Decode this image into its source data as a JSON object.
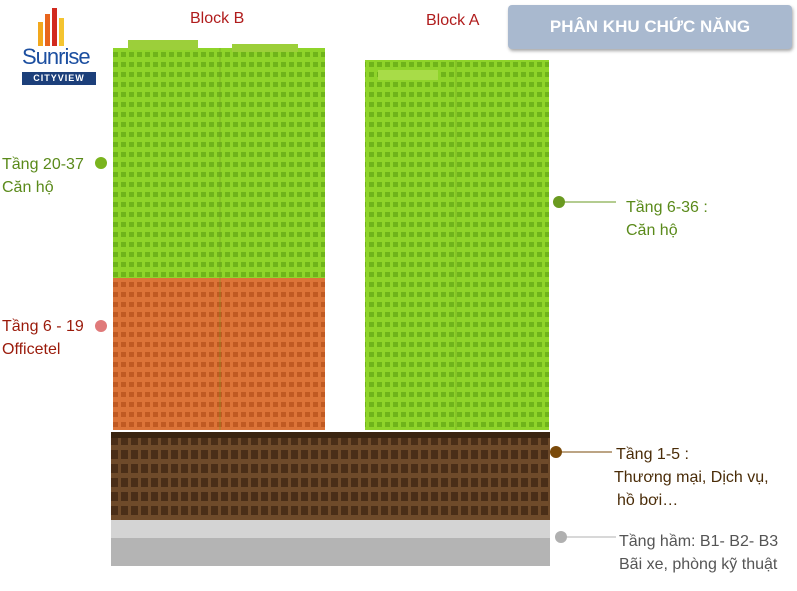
{
  "logo": {
    "brand": "Sunrise",
    "sub": "CITYVIEW"
  },
  "title": "PHÂN KHU CHỨC NĂNG",
  "blocks": {
    "b": "Block B",
    "a": "Block A"
  },
  "zones": {
    "b_apartments": {
      "floors": "Tầng 20-37",
      "use": "Căn hộ",
      "color": "#7ab41e"
    },
    "b_officetel": {
      "floors": "Tầng 6 - 19",
      "use": "Officetel",
      "color": "#e07a7a"
    },
    "a_apartments": {
      "floors": "Tầng 6-36 :",
      "use": "Căn hộ",
      "color": "#6a9a20"
    },
    "podium": {
      "floors": "Tầng 1-5 :",
      "use1": "Thương mại, Dịch vụ,",
      "use2": "hồ bơi…",
      "color": "#7a4a0a"
    },
    "basement": {
      "floors": "Tầng hầm: B1- B2- B3",
      "use": "Bãi xe, phòng kỹ thuật",
      "color": "#b0b0b0"
    }
  },
  "colors": {
    "green_overlay": "#8fd42a",
    "orange_overlay": "#d8703a",
    "podium": "#6e4a2a",
    "basement": "#b4b4b4"
  }
}
